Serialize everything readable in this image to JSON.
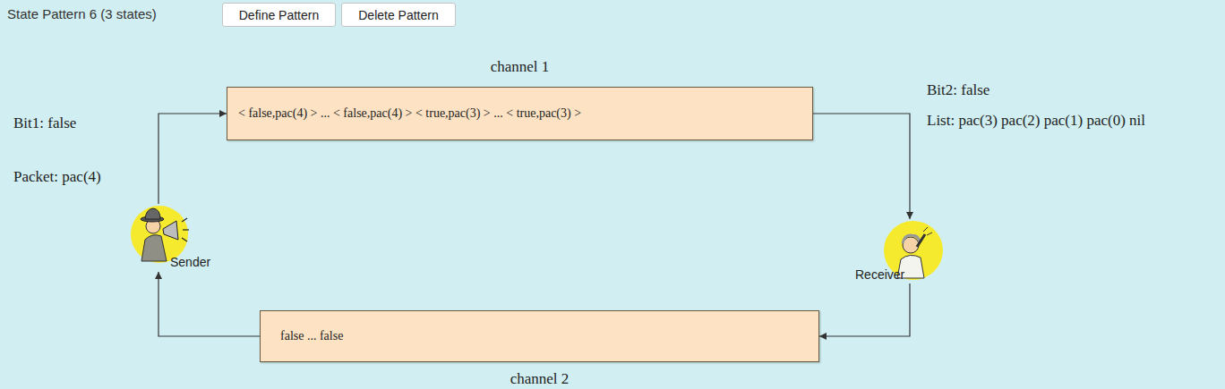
{
  "diagram": {
    "title": "State Pattern 6 (3 states)",
    "nodes": [
      {
        "text": [
          "Define Pattern"
        ]
      },
      {
        "text": [
          "Delete Pattern"
        ]
      },
      {
        "text": [
          "channel 1",
          "< false,pac(4) > ... < false,pac(4) > < true,pac(3) > ... < true,pac(3) >"
        ]
      },
      {
        "text": [
          "Sender"
        ]
      },
      {
        "text": [
          "Receiver"
        ]
      },
      {
        "text": [
          "channel 2",
          "false ... false"
        ]
      }
    ],
    "edges": [
      {
        "from": 3,
        "to": 2,
        "arrow": "to"
      },
      {
        "from": 2,
        "to": 4,
        "arrow": "to"
      },
      {
        "from": 4,
        "to": 5,
        "arrow": "to"
      },
      {
        "from": 5,
        "to": 3,
        "arrow": "to"
      }
    ],
    "labels": [
      "Bit1: false",
      "Packet: pac(4)",
      "Bit2: false",
      "List: pac(3) pac(2) pac(1) pac(0) nil"
    ]
  }
}
